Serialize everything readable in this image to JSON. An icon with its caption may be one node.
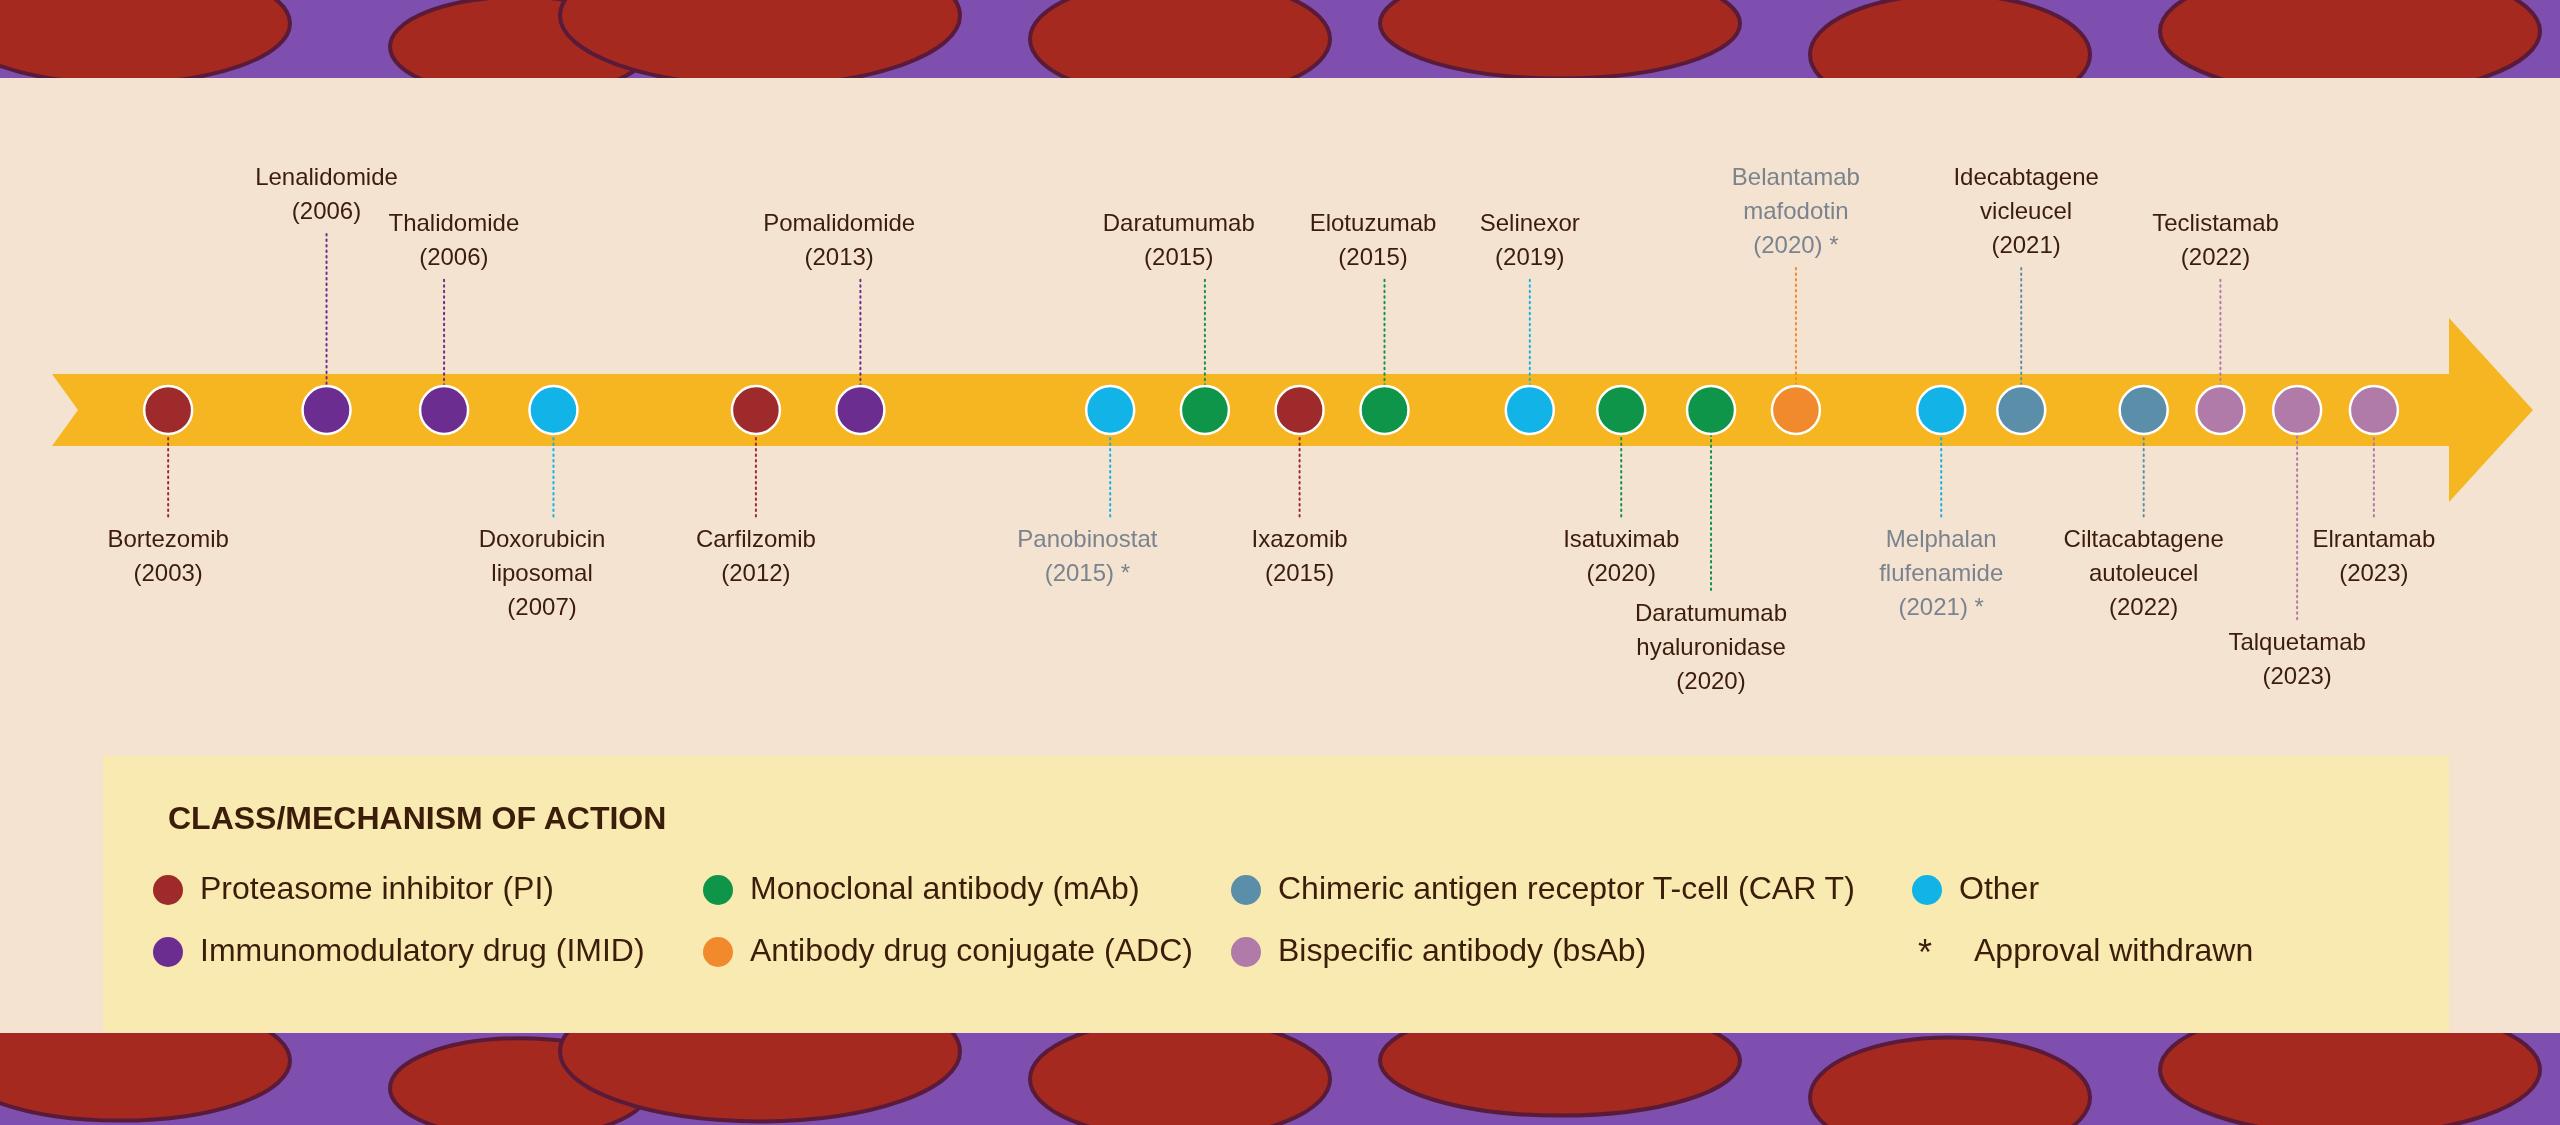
{
  "diagram": {
    "nodes": [
      {
        "text": [
          "Bortezomib (2003)"
        ]
      },
      {
        "text": [
          "Lenalidomide (2006)"
        ]
      },
      {
        "text": [
          "Thalidomide (2006)"
        ]
      },
      {
        "text": [
          "Doxorubicin liposomal (2007)"
        ]
      },
      {
        "text": [
          "Carfilzomib (2012)"
        ]
      },
      {
        "text": [
          "Pomalidomide (2013)"
        ]
      },
      {
        "text": [
          "Panobinostat (2015) *"
        ]
      },
      {
        "text": [
          "Daratumumab (2015)"
        ]
      },
      {
        "text": [
          "Ixazomib (2015)"
        ]
      },
      {
        "text": [
          "Elotuzumab (2015)"
        ]
      },
      {
        "text": [
          "Selinexor (2019)"
        ]
      },
      {
        "text": [
          "Isatuximab (2020)"
        ]
      },
      {
        "text": [
          "Daratumumab hyaluronidase (2020)"
        ]
      },
      {
        "text": [
          "Belantamab mafodotin (2020) *"
        ]
      },
      {
        "text": [
          "Melphalan flufenamide (2021) *"
        ]
      },
      {
        "text": [
          "Idecabtagene vicleucel (2021)"
        ]
      },
      {
        "text": [
          "Ciltacabtagene autoleucel (2022)"
        ]
      },
      {
        "text": [
          "Teclistamab (2022)"
        ]
      },
      {
        "text": [
          "Talquetamab (2023)"
        ]
      },
      {
        "text": [
          "Elrantamab (2023)"
        ]
      },
      {
        "text": [],
        "shape": "circle"
      },
      {
        "text": [],
        "shape": "circle"
      },
      {
        "text": [],
        "shape": "circle"
      },
      {
        "text": [],
        "shape": "circle"
      },
      {
        "text": [],
        "shape": "circle"
      },
      {
        "text": [],
        "shape": "circle"
      },
      {
        "text": [],
        "shape": "circle"
      },
      {
        "text": [],
        "shape": "circle"
      },
      {
        "text": [],
        "shape": "circle"
      },
      {
        "text": [],
        "shape": "circle"
      },
      {
        "text": [],
        "shape": "circle"
      },
      {
        "text": [],
        "shape": "circle"
      },
      {
        "text": [],
        "shape": "circle"
      },
      {
        "text": [],
        "shape": "circle"
      },
      {
        "text": [],
        "shape": "circle"
      },
      {
        "text": [],
        "shape": "circle"
      },
      {
        "text": [],
        "shape": "circle"
      },
      {
        "text": [],
        "shape": "circle"
      },
      {
        "text": [],
        "shape": "circle"
      },
      {
        "text": [],
        "shape": "circle"
      }
    ],
    "edges": [
      {
        "from": 0,
        "to": 20,
        "arrow": "none",
        "color": "#9e2a2b"
      },
      {
        "from": 1,
        "to": 21,
        "arrow": "none",
        "color": "#6b2d90"
      },
      {
        "from": 2,
        "to": 22,
        "arrow": "none",
        "color": "#6b2d90"
      },
      {
        "from": 3,
        "to": 23,
        "arrow": "none",
        "color": "#12b3e6"
      },
      {
        "from": 4,
        "to": 24,
        "arrow": "none",
        "color": "#9e2a2b"
      },
      {
        "from": 5,
        "to": 25,
        "arrow": "none",
        "color": "#6b2d90"
      },
      {
        "from": 6,
        "to": 26,
        "arrow": "none",
        "color": "#12b3e6"
      },
      {
        "from": 7,
        "to": 27,
        "arrow": "none",
        "color": "#0f9549"
      },
      {
        "from": 8,
        "to": 28,
        "arrow": "none",
        "color": "#9e2a2b"
      },
      {
        "from": 9,
        "to": 29,
        "arrow": "none",
        "color": "#0f9549"
      },
      {
        "from": 10,
        "to": 30,
        "arrow": "none",
        "color": "#12b3e6"
      },
      {
        "from": 11,
        "to": 31,
        "arrow": "none",
        "color": "#0f9549"
      },
      {
        "from": 12,
        "to": 32,
        "arrow": "none",
        "color": "#0f9549"
      },
      {
        "from": 13,
        "to": 33,
        "arrow": "none",
        "color": "#f08a2c"
      },
      {
        "from": 14,
        "to": 34,
        "arrow": "none",
        "color": "#12b3e6"
      },
      {
        "from": 15,
        "to": 35,
        "arrow": "none",
        "color": "#5b8ea8"
      },
      {
        "from": 16,
        "to": 36,
        "arrow": "none",
        "color": "#5b8ea8"
      },
      {
        "from": 17,
        "to": 37,
        "arrow": "none",
        "color": "#b07ba8"
      },
      {
        "from": 18,
        "to": 38,
        "arrow": "none",
        "color": "#b07ba8"
      },
      {
        "from": 19,
        "to": 39,
        "arrow": "none",
        "color": "#b07ba8"
      }
    ],
    "labels": [
      "CLASS/MECHANISM OF ACTION",
      "*"
    ],
    "legend": [
      {
        "text": "Proteasome inhibitor (PI)",
        "color": "#9e2a2b"
      },
      {
        "text": "Monoclonal antibody (mAb)",
        "color": "#0f9549"
      },
      {
        "text": "Chimeric antigen receptor T-cell (CAR T)",
        "color": "#5b8ea8"
      },
      {
        "text": "Other",
        "color": "#12b3e6"
      },
      {
        "text": "Immunomodulatory drug (IMID)",
        "color": "#6b2d90"
      },
      {
        "text": "Antibody drug conjugate (ADC)",
        "color": "#f08a2c"
      },
      {
        "text": "Bispecific antibody (bsAb)",
        "color": "#b07ba8"
      },
      {
        "text": "Approval withdrawn"
      }
    ]
  }
}
